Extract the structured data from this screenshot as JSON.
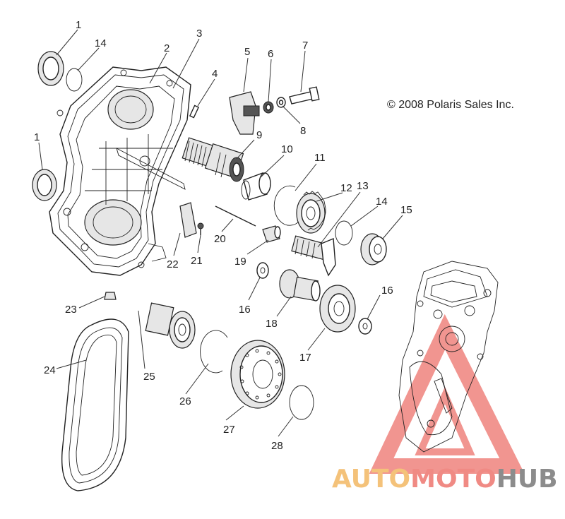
{
  "copyright": "© 2008 Polaris Sales Inc.",
  "watermark": {
    "part1": "AUTO",
    "part2": "MOTO",
    "part3": "HUB",
    "color_auto": "#f4c27a",
    "color_moto": "#f08a84",
    "color_hub": "#8c8c8c"
  },
  "callouts": {
    "c1a": "1",
    "c14a": "14",
    "c2": "2",
    "c3": "3",
    "c4": "4",
    "c5": "5",
    "c6": "6",
    "c7": "7",
    "c8": "8",
    "c9": "9",
    "c10": "10",
    "c11": "11",
    "c12": "12",
    "c13": "13",
    "c14b": "14",
    "c15": "15",
    "c1b": "1",
    "c20": "20",
    "c22": "22",
    "c21": "21",
    "c19": "19",
    "c16a": "16",
    "c16b": "16",
    "c18": "18",
    "c17": "17",
    "c23": "23",
    "c24": "24",
    "c25": "25",
    "c26": "26",
    "c27": "27",
    "c28": "28"
  }
}
